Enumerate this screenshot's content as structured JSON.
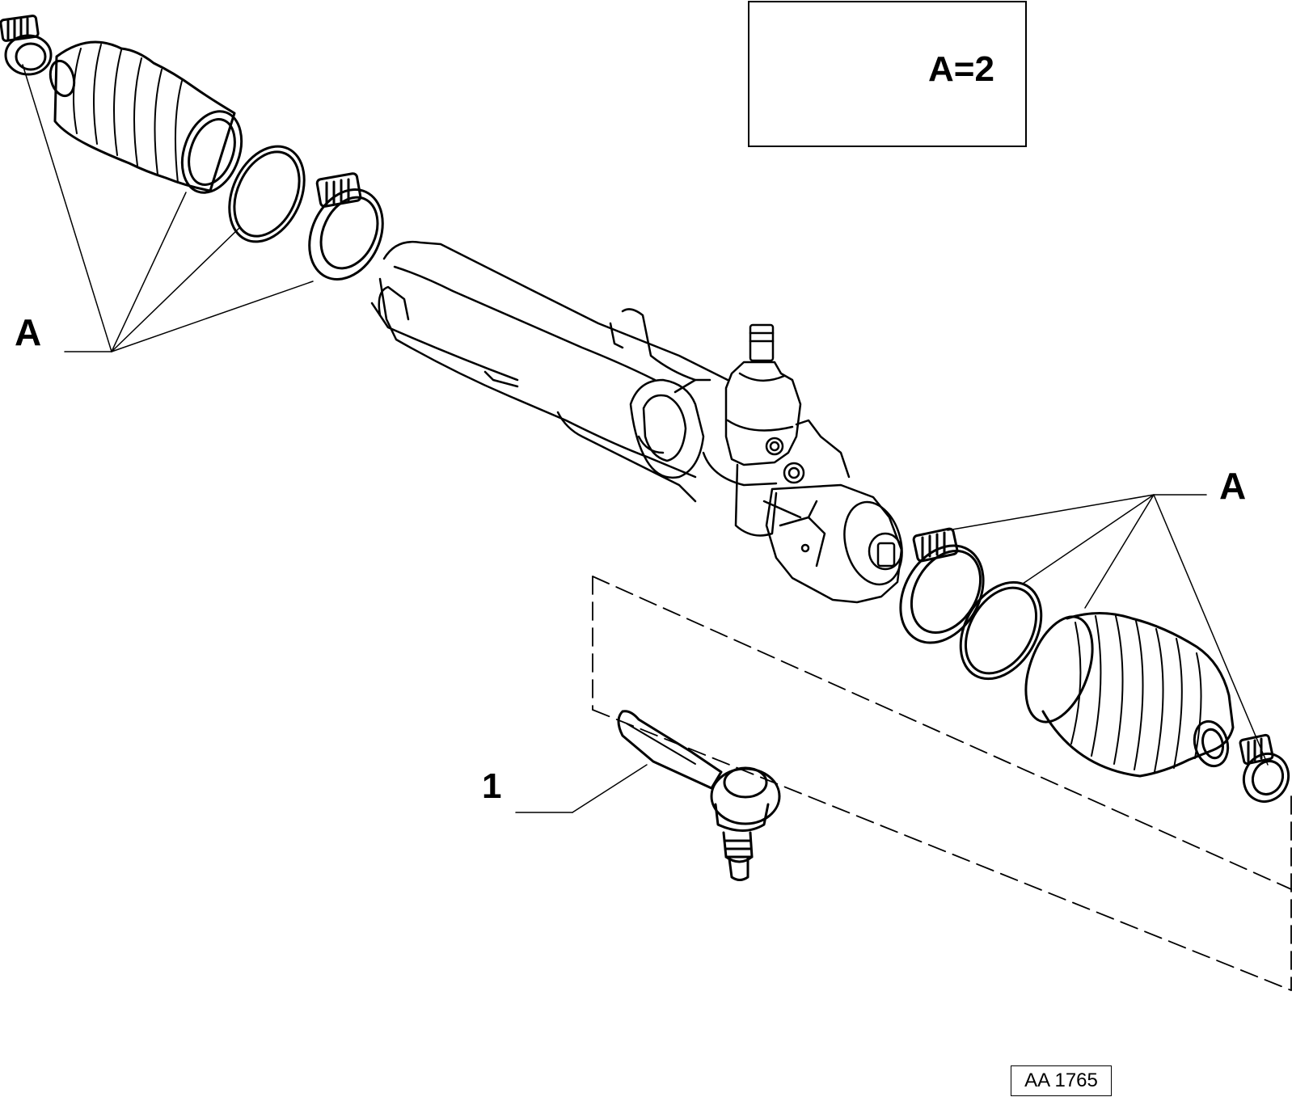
{
  "callouts": {
    "a_left": "A",
    "a_right": "A",
    "item_1": "1"
  },
  "kit_note": {
    "text": "A=2",
    "icon": "fiat-parts-kit-icon"
  },
  "reference_code": "AA 1765",
  "colors": {
    "line": "#000000",
    "background": "#ffffff"
  }
}
